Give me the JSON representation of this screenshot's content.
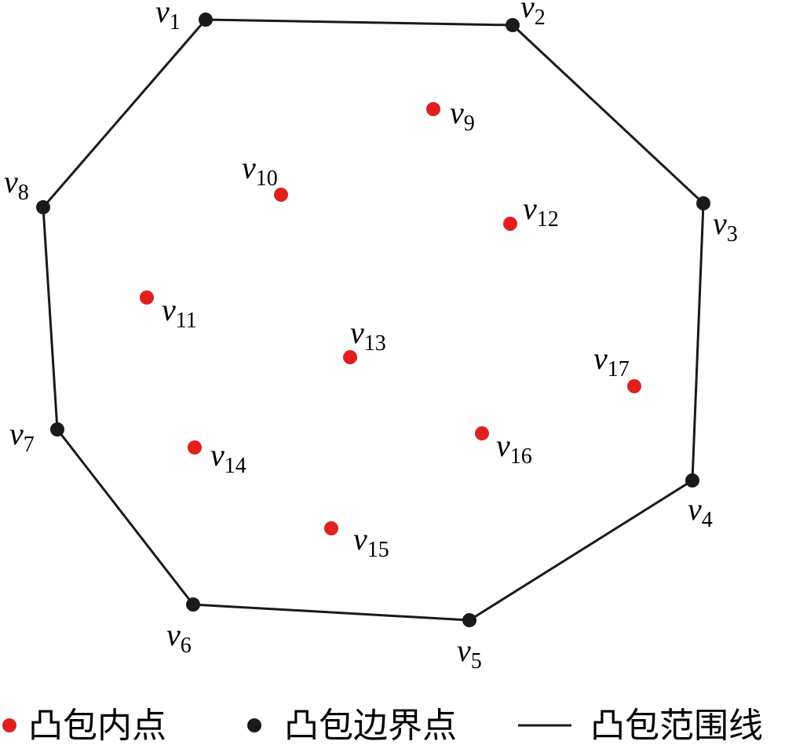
{
  "colors": {
    "interior_point": "#e02020",
    "boundary_point": "#1a1a1a",
    "hull_line": "#1a1a1a"
  },
  "vertices": [
    {
      "id": "v1",
      "base": "v",
      "sub": "1",
      "kind": "boundary"
    },
    {
      "id": "v2",
      "base": "v",
      "sub": "2",
      "kind": "boundary"
    },
    {
      "id": "v3",
      "base": "v",
      "sub": "3",
      "kind": "boundary"
    },
    {
      "id": "v4",
      "base": "v",
      "sub": "4",
      "kind": "boundary"
    },
    {
      "id": "v5",
      "base": "v",
      "sub": "5",
      "kind": "boundary"
    },
    {
      "id": "v6",
      "base": "v",
      "sub": "6",
      "kind": "boundary"
    },
    {
      "id": "v7",
      "base": "v",
      "sub": "7",
      "kind": "boundary"
    },
    {
      "id": "v8",
      "base": "v",
      "sub": "8",
      "kind": "boundary"
    },
    {
      "id": "v9",
      "base": "v",
      "sub": "9",
      "kind": "interior"
    },
    {
      "id": "v10",
      "base": "v",
      "sub": "10",
      "kind": "interior"
    },
    {
      "id": "v11",
      "base": "v",
      "sub": "11",
      "kind": "interior"
    },
    {
      "id": "v12",
      "base": "v",
      "sub": "12",
      "kind": "interior"
    },
    {
      "id": "v13",
      "base": "v",
      "sub": "13",
      "kind": "interior"
    },
    {
      "id": "v14",
      "base": "v",
      "sub": "14",
      "kind": "interior"
    },
    {
      "id": "v15",
      "base": "v",
      "sub": "15",
      "kind": "interior"
    },
    {
      "id": "v16",
      "base": "v",
      "sub": "16",
      "kind": "interior"
    },
    {
      "id": "v17",
      "base": "v",
      "sub": "17",
      "kind": "interior"
    }
  ],
  "hull_order": [
    "v1",
    "v2",
    "v3",
    "v4",
    "v5",
    "v6",
    "v7",
    "v8"
  ],
  "legend": {
    "interior_label": "凸包内点",
    "boundary_label": "凸包边界点",
    "line_label": "凸包范围线"
  }
}
